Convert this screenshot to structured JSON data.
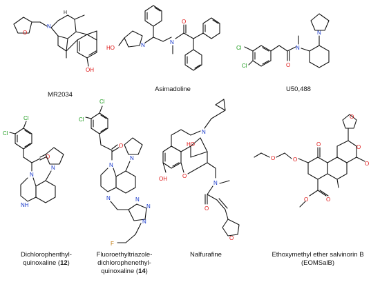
{
  "compounds": [
    {
      "name": "MR2034"
    },
    {
      "name": "Asimadoline"
    },
    {
      "name": "U50,488"
    },
    {
      "name_line1": "Dichlorophenthyl-",
      "name_line2": "quinoxaline (",
      "ref": "12",
      "close": ")"
    },
    {
      "name_line1": "Fluoroethyltriazole-",
      "name_line2": "dichlorophenethyl-",
      "name_line3": "quinoxaline (",
      "ref": "14",
      "close": ")"
    },
    {
      "name": "Nalfurafine"
    },
    {
      "name_line1": "Ethoxymethyl ether salvinorin B",
      "name_line2": "(EOMSalB)"
    }
  ],
  "atom_labels": {
    "O": "O",
    "N": "N",
    "H": "H",
    "HO": "HO",
    "OH": "OH",
    "NH": "NH",
    "Cl": "Cl",
    "F": "F"
  }
}
